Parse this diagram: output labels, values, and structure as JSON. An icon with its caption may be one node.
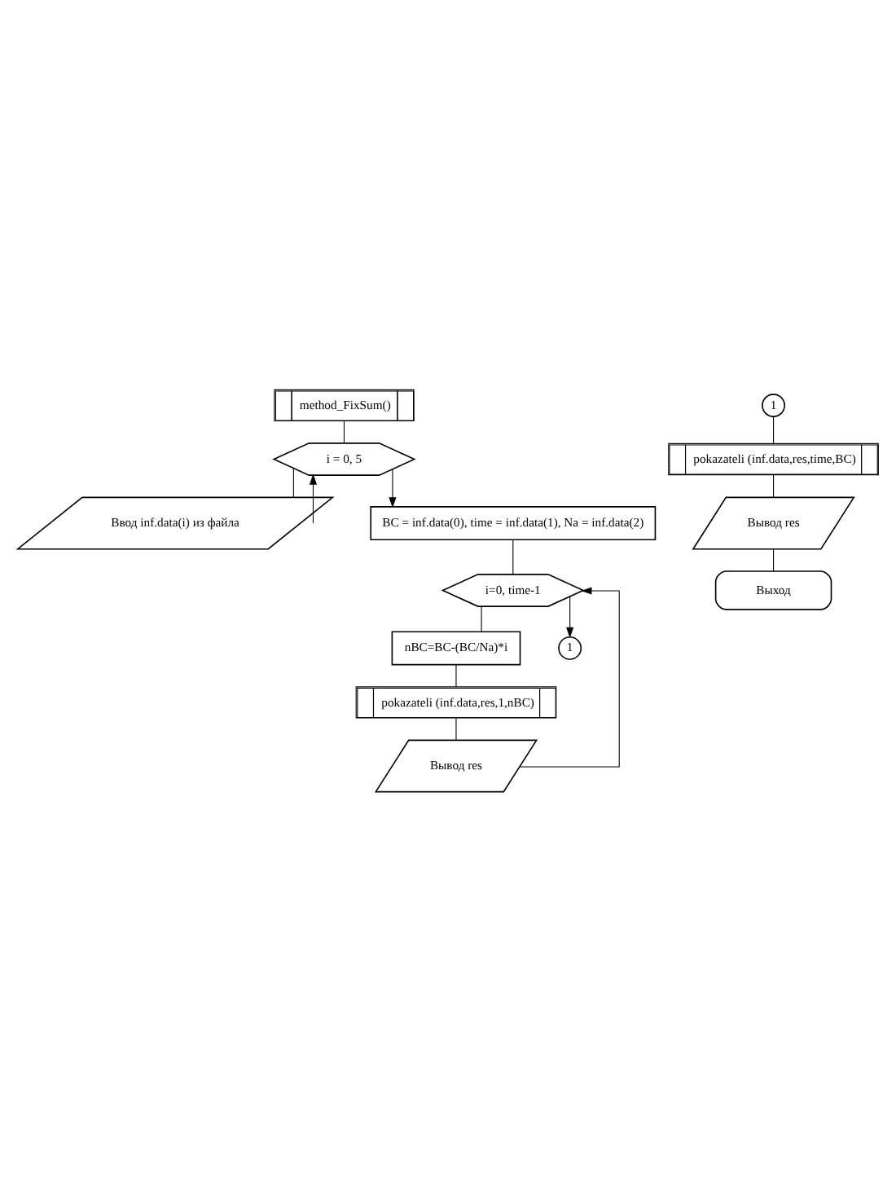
{
  "diagram": {
    "nodes": [
      {
        "text": [
          "method_FixSum()"
        ]
      },
      {
        "text": [
          "i = 0, 5"
        ]
      },
      {
        "text": [
          "Ввод inf.data(i) из файла"
        ]
      },
      {
        "text": [
          "BC = inf.data(0), time = inf.data(1), Na = inf.data(2)"
        ]
      },
      {
        "text": [
          "i=0, time-1"
        ]
      },
      {
        "text": [
          "nBC=BC-(BC/Na)*i"
        ]
      },
      {
        "text": [
          "pokazateli (inf.data,res,1,nBC)"
        ]
      },
      {
        "text": [
          "Вывод res"
        ]
      },
      {
        "text": [
          "1"
        ]
      },
      {
        "text": [
          "1"
        ]
      },
      {
        "text": [
          "pokazateli (inf.data,res,time,BC)"
        ]
      },
      {
        "text": [
          "Вывод res"
        ]
      },
      {
        "text": [
          "Выход"
        ]
      }
    ],
    "edges": [
      {
        "from": 0,
        "to": 1,
        "arrow": "none"
      },
      {
        "from": 1,
        "to": 2,
        "arrow": "none"
      },
      {
        "from": 2,
        "to": 1,
        "arrow": "to"
      },
      {
        "from": 1,
        "to": 3,
        "arrow": "to"
      },
      {
        "from": 3,
        "to": 4,
        "arrow": "none"
      },
      {
        "from": 4,
        "to": 5,
        "arrow": "none"
      },
      {
        "from": 5,
        "to": 6,
        "arrow": "none"
      },
      {
        "from": 6,
        "to": 7,
        "arrow": "none"
      },
      {
        "from": 7,
        "to": 4,
        "arrow": "to"
      },
      {
        "from": 4,
        "to": 8,
        "arrow": "to"
      },
      {
        "from": 9,
        "to": 10,
        "arrow": "none"
      },
      {
        "from": 10,
        "to": 11,
        "arrow": "none"
      },
      {
        "from": 11,
        "to": 12,
        "arrow": "none"
      }
    ]
  }
}
